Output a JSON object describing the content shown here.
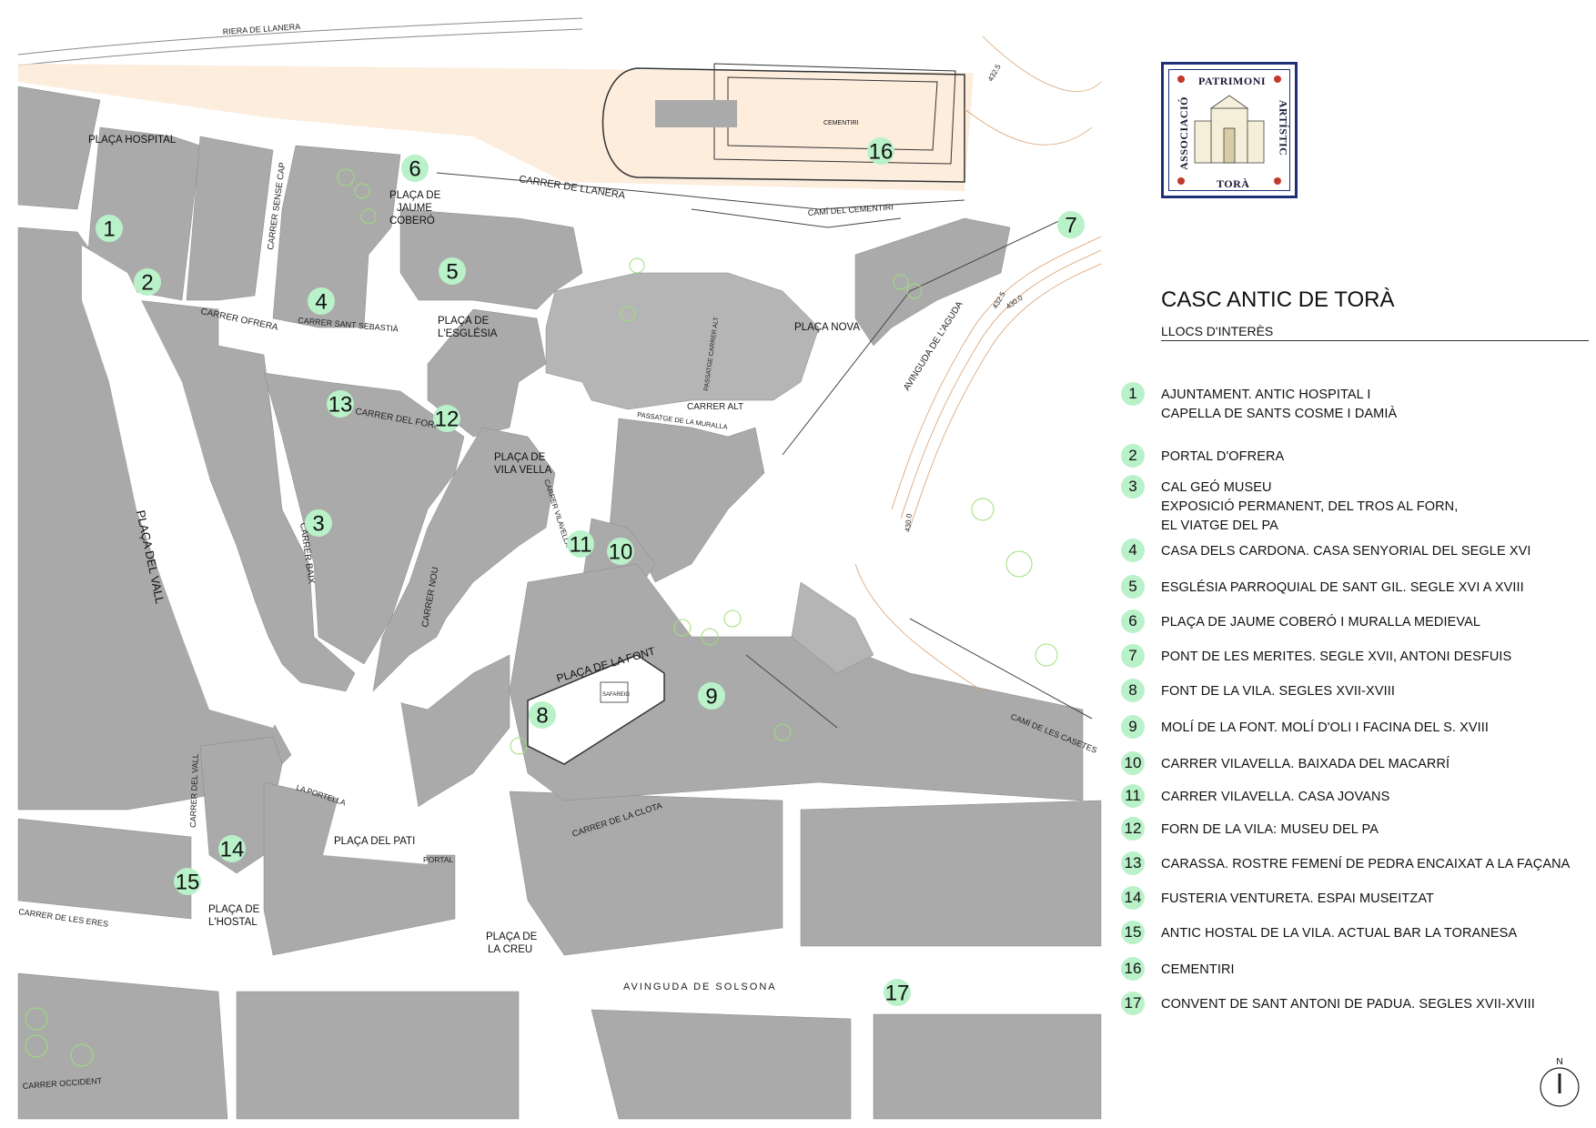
{
  "legend": {
    "title": "CASC ANTIC DE TORÀ",
    "subtitle": "LLOCS D'INTERÈS",
    "items": [
      {
        "num": "1",
        "text": "AJUNTAMENT. ANTIC HOSPITAL I\nCAPELLA DE SANTS COSME I DAMIÀ"
      },
      {
        "num": "2",
        "text": "PORTAL D'OFRERA"
      },
      {
        "num": "3",
        "text": "CAL GEÓ MUSEU\nEXPOSICIÓ PERMANENT, DEL TROS AL FORN,\nEL VIATGE DEL PA"
      },
      {
        "num": "4",
        "text": "CASA DELS CARDONA. CASA SENYORIAL DEL SEGLE XVI"
      },
      {
        "num": "5",
        "text": "ESGLÉSIA PARROQUIAL DE SANT GIL. SEGLE XVI A XVIII"
      },
      {
        "num": "6",
        "text": "PLAÇA DE JAUME COBERÓ I MURALLA MEDIEVAL"
      },
      {
        "num": "7",
        "text": "PONT DE LES MERITES. SEGLE XVII, ANTONI DESFUIS"
      },
      {
        "num": "8",
        "text": "FONT DE LA VILA. SEGLES XVII-XVIII"
      },
      {
        "num": "9",
        "text": "MOLÍ DE LA FONT. MOLÍ D'OLI I FACINA DEL S. XVIII"
      },
      {
        "num": "10",
        "text": "CARRER VILAVELLA. BAIXADA DEL MACARRÍ"
      },
      {
        "num": "11",
        "text": "CARRER VILAVELLA. CASA JOVANS"
      },
      {
        "num": "12",
        "text": "FORN DE LA VILA: MUSEU DEL PA"
      },
      {
        "num": "13",
        "text": "CARASSA. ROSTRE FEMENÍ DE PEDRA ENCAIXAT A LA FAÇANA"
      },
      {
        "num": "14",
        "text": "FUSTERIA VENTURETA. ESPAI MUSEITZAT"
      },
      {
        "num": "15",
        "text": "ANTIC HOSTAL DE LA VILA. ACTUAL BAR LA TORANESA"
      },
      {
        "num": "16",
        "text": "CEMENTIRI"
      },
      {
        "num": "17",
        "text": "CONVENT DE SANT ANTONI DE PADUA. SEGLES XVII-XVIII"
      }
    ]
  },
  "logo": {
    "top": "PATRIMONI",
    "left": "ASSOCIACIÓ",
    "right": "ARTÍSTIC",
    "bottom": "TORÀ"
  },
  "north_label": "N",
  "map": {
    "streets": {
      "riera": "RIERA DE LLANERA",
      "llanera": "CARRER DE LLANERA",
      "cementiri_cami": "CAMÍ    DEL    CEMENTIRI",
      "sense_cap": "CARRER SENSE CAP",
      "ofrera": "CARRER OFRERA",
      "sant_sebastia": "CARRER SANT SEBASTIÀ",
      "del_forn": "CARRER DEL FORN",
      "alt": "CARRER ALT",
      "passatge_muralla": "PASSATGE DE LA MURALLA",
      "passatge_alt": "PASSATGE CARRER ALT",
      "vilavella": "CARRER VILAVELLA",
      "baix": "CARRER BAIX",
      "nou": "CARRER NOU",
      "aguda": "AVINGUDA DE L'AGUDA",
      "casetes": "CAMÍ DE LES CASETES",
      "clota": "CARRER DE LA CLOTA",
      "portella": "LA PORTELLA",
      "portal": "PORTAL",
      "carrer_vall": "CARRER DEL VALL",
      "eres": "CARRER DE LES ERES",
      "occident": "CARRER OCCIDENT",
      "solsona": "AVINGUDA   DE   SOLSONA"
    },
    "places": {
      "hospital": "PLAÇA HOSPITAL",
      "jaume_1": "PLAÇA DE",
      "jaume_2": "JAUME",
      "jaume_3": "COBERÓ",
      "esglesia_1": "PLAÇA DE",
      "esglesia_2": "L'ESGLÉSIA",
      "nova": "PLAÇA NOVA",
      "vila_vella_1": "PLAÇA DE",
      "vila_vella_2": "VILA VELLA",
      "vall": "PLAÇA DEL VALL",
      "font": "PLAÇA DE LA FONT",
      "pati": "PLAÇA DEL PATI",
      "hostal_1": "PLAÇA DE",
      "hostal_2": "L'HOSTAL",
      "creu_1": "PLAÇA DE",
      "creu_2": "LA CREU",
      "cementiri": "CEMENTIRI",
      "safareig": "SAFAREIG"
    },
    "contours": [
      "432.5",
      "430.0",
      "432.5",
      "430.0"
    ]
  }
}
